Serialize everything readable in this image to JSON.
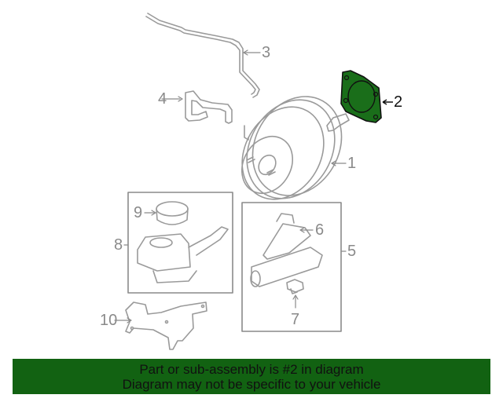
{
  "diagram": {
    "highlight_color": "#1a6e1a",
    "line_color": "#9a9a9a",
    "callouts": [
      {
        "number": "1",
        "label": "1"
      },
      {
        "number": "2",
        "label": "2",
        "highlighted": true
      },
      {
        "number": "3",
        "label": "3"
      },
      {
        "number": "4",
        "label": "4"
      },
      {
        "number": "5",
        "label": "5"
      },
      {
        "number": "6",
        "label": "6"
      },
      {
        "number": "7",
        "label": "7"
      },
      {
        "number": "8",
        "label": "8"
      },
      {
        "number": "9",
        "label": "9"
      },
      {
        "number": "10",
        "label": "10"
      }
    ]
  },
  "banner": {
    "background": "#126212",
    "line1": "Part or sub-assembly is #2 in diagram",
    "line2": "Diagram may not be specific to your vehicle"
  }
}
